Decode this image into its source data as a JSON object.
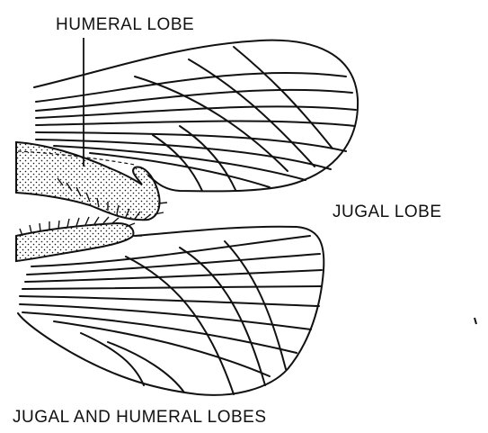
{
  "labels": {
    "humeral_lobe": "HUMERAL LOBE",
    "jugal_lobe": "JUGAL LOBE",
    "caption": "JUGAL AND HUMERAL LOBES"
  },
  "colors": {
    "ink": "#111111",
    "background": "#ffffff"
  }
}
